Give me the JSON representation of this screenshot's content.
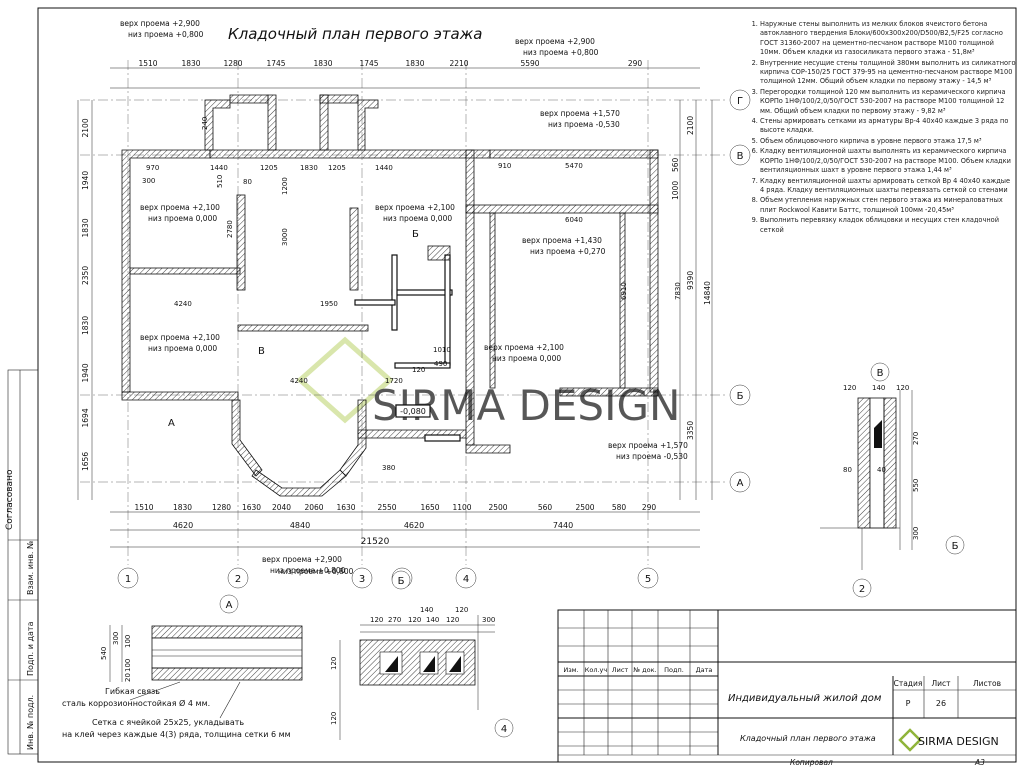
{
  "title": "Кладочный план первого этажа",
  "watermark": "SIRMA DESIGN",
  "axes_numbers": [
    "1",
    "2",
    "3",
    "Б",
    "4",
    "5"
  ],
  "axes_letters": [
    "Г",
    "В",
    "Б",
    "А"
  ],
  "dims_top_row1": [
    "1510",
    "1830",
    "1280",
    "1745",
    "1830",
    "1745",
    "1830",
    "2210",
    "5590",
    "290"
  ],
  "dims_bottom_row1": [
    "1510",
    "1830",
    "1280",
    "1630",
    "2040",
    "2060",
    "1630",
    "2550",
    "1650",
    "1100",
    "2500",
    "560",
    "2500",
    "580",
    "290"
  ],
  "dims_bottom_row2": [
    "4620",
    "4840",
    "4620",
    "7440"
  ],
  "dims_bottom_total": "21520",
  "dims_right": [
    "2100",
    "560",
    "1000",
    "9390",
    "14840",
    "3350"
  ],
  "dims_left": [
    "2100",
    "1940",
    "1830",
    "2350",
    "1830",
    "1940",
    "1694",
    "1656"
  ],
  "openings": [
    {
      "top": "верх проема +2,900",
      "bottom": "низ проема +0,800"
    },
    {
      "top": "верх проема +2,900",
      "bottom": "низ проема +0,800"
    },
    {
      "top": "верх проема +1,570",
      "bottom": "низ проема -0,530"
    },
    {
      "top": "верх проема +2,100",
      "bottom": "низ проема 0,000"
    },
    {
      "top": "верх проема +2,100",
      "bottom": "низ проема 0,000"
    },
    {
      "top": "верх проема +1,430",
      "bottom": "низ проема +0,270"
    },
    {
      "top": "верх проема +2,100",
      "bottom": "низ проема 0,000"
    },
    {
      "top": "верх проема +2,100",
      "bottom": "низ проема 0,000"
    },
    {
      "top": "верх проема +1,570",
      "bottom": "низ проема -0,530"
    },
    {
      "top": "верх проема +2,900",
      "bottom": "низ проема +0,800"
    },
    {
      "top": "верх проема +2,900",
      "bottom": "низ проема +0,800"
    }
  ],
  "level_mark": "-0,080",
  "interior_dims": [
    "970",
    "300",
    "1440",
    "1205",
    "1830",
    "1205",
    "1440",
    "910",
    "5470",
    "4240",
    "6040",
    "1950",
    "4240",
    "1720",
    "120",
    "490",
    "1010",
    "380",
    "6910",
    "7830",
    "2780",
    "3000",
    "1200",
    "240",
    "510",
    "80"
  ],
  "notes": [
    "Наружные стены выполнить из мелких блоков ячеистого бетона автоклавного твердения Блоки/600x300x200/D500/B2,5/F25 согласно ГОСТ 31360-2007 на цементно-песчаном растворе М100 толщиной 10мм. Объем кладки из газосиликатa первого этажа - 51,8м³",
    "Внутренние несущие стены толщиной 380мм выполнить из силикатного кирпича СОР-150/25 ГОСТ 379-95 на цементно-песчаном растворе М100 толщиной 12мм. Общий объем кладки по первому этажу - 14,5 м³",
    "Перегородки толщиной 120 мм выполнить из керамического кирпича КОРПо 1НФ/100/2,0/50/ГОСТ 530-2007 на растворе М100 толщиной 12 мм. Общий объем кладки по первому этажу - 9,82 м³",
    "Стены армировать сетками из арматуры Вр-4 40x40 каждые 3 ряда по высоте кладки.",
    "Объем облицовочного кирпича в уровне первого этажа 17,5 м³",
    "Кладку вентиляционной шахты выполнять из керамического кирпича КОРПо 1НФ/100/2,0/50/ГОСТ 530-2007 на растворе М100. Объем кладки вентиляционных шахт в уровне первого этажа 1,44 м³",
    "Кладку вентиляционной шахты армировать сеткой Вр 4 40x40 каждые 4 ряда. Кладку вентиляционных шахты перевязать сеткой со стенами",
    "Объем утепления наружных стен первого этажа из минераловатных плит Rockwool Кавити Баттс, толщиной 100мм -20,45м³",
    "Выполнить перевязку кладок облицовки и несущих стен кладочной сеткой"
  ],
  "section_b": {
    "label": "В",
    "dims": [
      "120",
      "140",
      "120",
      "270",
      "40",
      "80",
      "550",
      "300"
    ],
    "axis": "Б",
    "axis2": "2"
  },
  "section_a": {
    "label": "А",
    "dims": [
      "300",
      "100",
      "540",
      "100",
      "20"
    ],
    "note1": "Гибкая связь",
    "note2": "сталь коррозионностойкая Ø 4 мм.",
    "note3": "Сетка с ячейкой 25x25, укладывать",
    "note4": "на клей через каждые 4(3) ряда, толщина сетки 6 мм"
  },
  "section_b2": {
    "label": "Б",
    "dims": [
      "120",
      "270",
      "120",
      "140",
      "120",
      "140",
      "300",
      "120",
      "120",
      "120"
    ],
    "axis": "4"
  },
  "left_stamp": {
    "row1": "Согласовано",
    "row2": "Взам. инв. №",
    "row3": "Подп. и дата",
    "row4": "Инв. № подл."
  },
  "title_block": {
    "cols": [
      "Изм.",
      "Кол.уч",
      "Лист",
      "№ док.",
      "Подп.",
      "Дата"
    ],
    "project": "Индивидуальный жилой дом",
    "sheet_name": "Кладочный план первого этажа",
    "stage_label": "Стадия",
    "sheet_label": "Лист",
    "sheets_label": "Листов",
    "stage": "Р",
    "sheet": "26",
    "sheets": "",
    "logo": "SIRMA DESIGN",
    "copied": "Копировал",
    "format": "А3"
  },
  "colors": {
    "watermark": "#c9dc8a",
    "line": "#111111"
  }
}
